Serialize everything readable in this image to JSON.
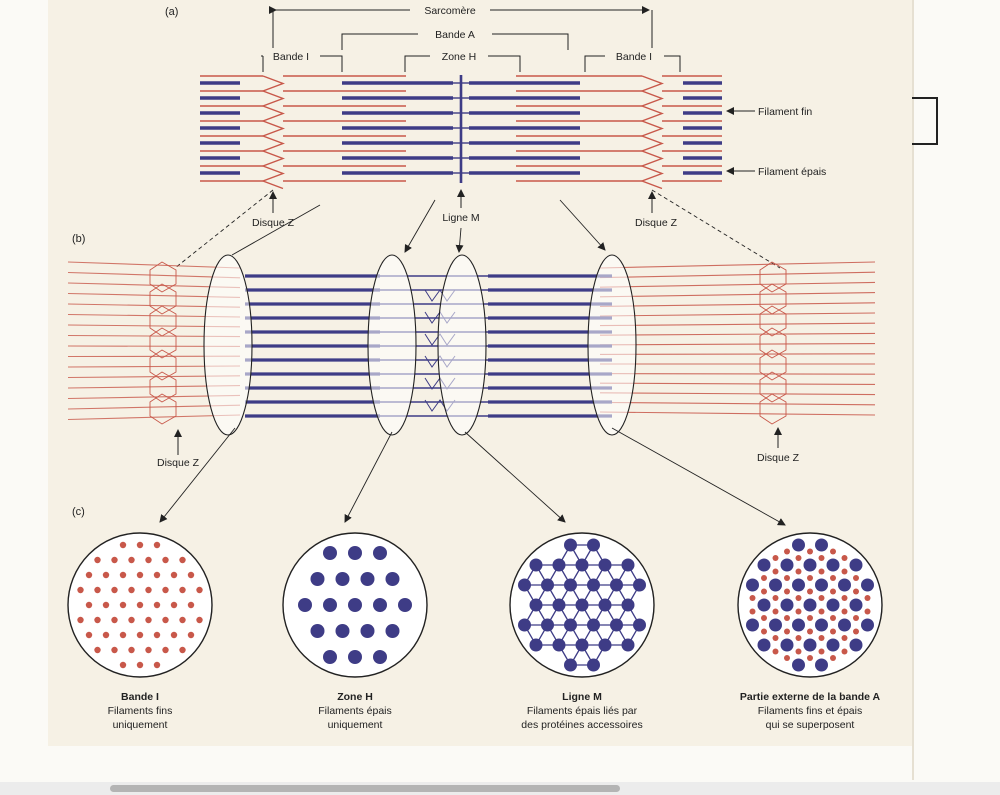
{
  "panels": {
    "a": "(a)",
    "b": "(b)",
    "c": "(c)"
  },
  "labels": {
    "sarcomere": "Sarcomère",
    "bande_a": "Bande A",
    "zone_h": "Zone H",
    "bande_i_left": "Bande I",
    "bande_i_right": "Bande I",
    "filament_fin": "Filament fin",
    "filament_epais": "Filament épais",
    "disque_z_a_left": "Disque Z",
    "disque_z_a_right": "Disque Z",
    "ligne_m": "Ligne M",
    "disque_z_b_left": "Disque Z",
    "disque_z_b_right": "Disque Z"
  },
  "cross_sections": [
    {
      "title": "Bande I",
      "caption_1": "Filaments fins",
      "caption_2": "uniquement"
    },
    {
      "title": "Zone H",
      "caption_1": "Filaments épais",
      "caption_2": "uniquement"
    },
    {
      "title": "Ligne M",
      "caption_1": "Filaments épais liés par",
      "caption_2": "des protéines accessoires"
    },
    {
      "title": "Partie externe de la bande A",
      "caption_1": "Filaments fins et épais",
      "caption_2": "qui se superposent"
    }
  ],
  "colors": {
    "thin_filament": "#c8584a",
    "thick_filament": "#3e3c86",
    "line": "#222222"
  }
}
